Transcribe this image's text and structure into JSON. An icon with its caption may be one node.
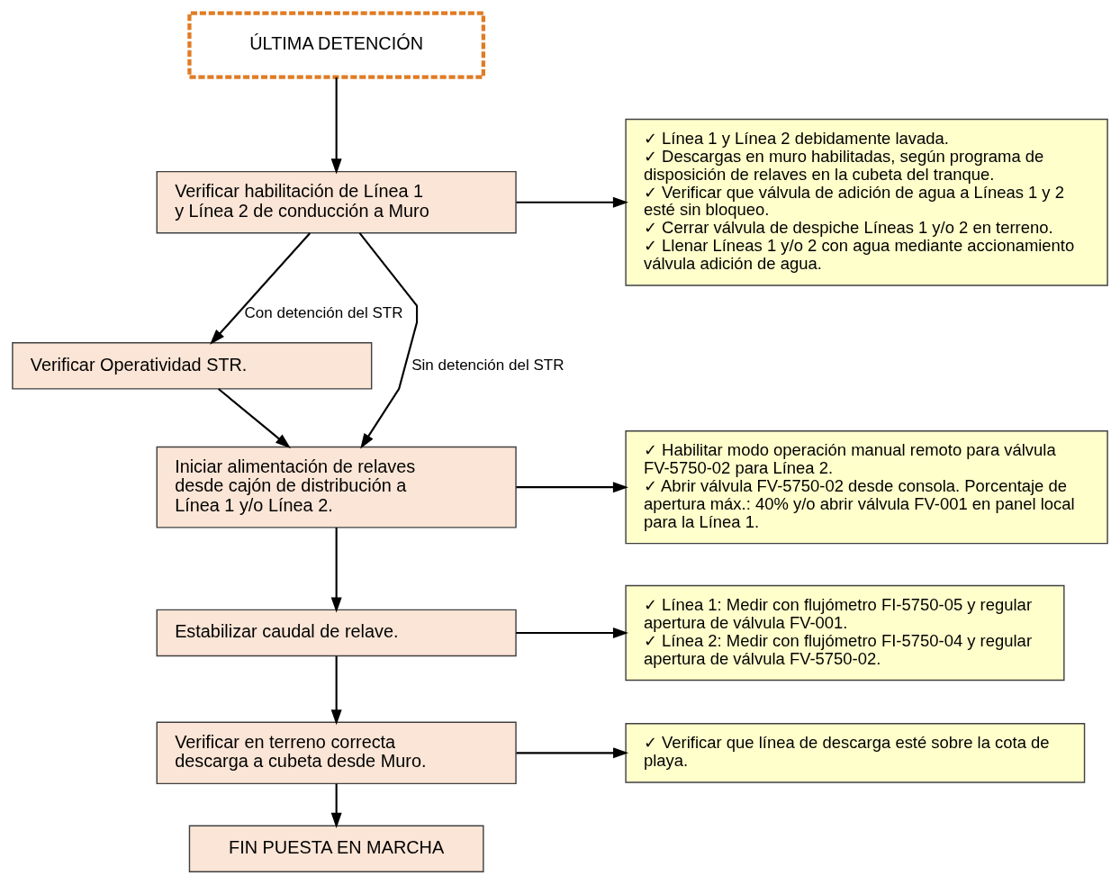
{
  "diagram": {
    "nodes": [
      {
        "text": [
          "ÚLTIMA DETENCIÓN"
        ]
      },
      {
        "text": [
          "Verificar habilitación de Línea 1 y Línea 2 de conducción a Muro"
        ]
      },
      {
        "text": [
          "Verificar Operatividad STR."
        ]
      },
      {
        "text": [
          "Iniciar alimentación de relaves desde cajón de distribución a Línea 1 y/o Línea 2."
        ]
      },
      {
        "text": [
          "Estabilizar caudal de relave."
        ]
      },
      {
        "text": [
          "Verificar en terreno correcta descarga a cubeta desde Muro."
        ]
      },
      {
        "text": [
          "FIN PUESTA EN MARCHA"
        ]
      },
      {
        "text": [
          "✓ Línea 1 y Línea 2 debidamente lavada.",
          "✓ Descargas en muro habilitadas, según programa de disposición de relaves en la cubeta del tranque.",
          "✓ Verificar que válvula de adición de agua a Líneas 1 y 2 esté sin bloqueo.",
          "✓ Cerrar válvula de despiche Líneas 1 y/o 2 en terreno.",
          "✓ Llenar Líneas 1 y/o 2 con agua mediante accionamiento válvula adición de agua."
        ]
      },
      {
        "text": [
          "✓ Habilitar modo operación manual remoto para válvula FV-5750-02 para Línea 2.",
          "✓ Abrir válvula FV-5750-02 desde consola. Porcentaje de apertura máx.: 40% y/o abrir válvula FV-001 en panel local para la Línea 1."
        ]
      },
      {
        "text": [
          "✓ Línea 1: Medir con flujómetro FI-5750-05 y regular apertura de válvula FV-001.",
          "✓ Línea 2: Medir con flujómetro FI-5750-04 y regular apertura de válvula FV-5750-02."
        ]
      },
      {
        "text": [
          "✓ Verificar que línea de descarga esté sobre la cota de playa."
        ]
      }
    ],
    "edges": [
      {
        "from": 0,
        "to": 1,
        "arrow": "to"
      },
      {
        "from": 1,
        "to": 2,
        "arrow": "to",
        "label": "Con detención del STR"
      },
      {
        "from": 2,
        "to": 3,
        "arrow": "to"
      },
      {
        "from": 1,
        "to": 3,
        "arrow": "to",
        "label": "Sin detención del STR"
      },
      {
        "from": 3,
        "to": 4,
        "arrow": "to"
      },
      {
        "from": 4,
        "to": 5,
        "arrow": "to"
      },
      {
        "from": 5,
        "to": 6,
        "arrow": "to"
      },
      {
        "from": 1,
        "to": 7,
        "arrow": "to"
      },
      {
        "from": 3,
        "to": 8,
        "arrow": "to"
      },
      {
        "from": 4,
        "to": 9,
        "arrow": "to"
      },
      {
        "from": 5,
        "to": 10,
        "arrow": "to"
      }
    ]
  }
}
